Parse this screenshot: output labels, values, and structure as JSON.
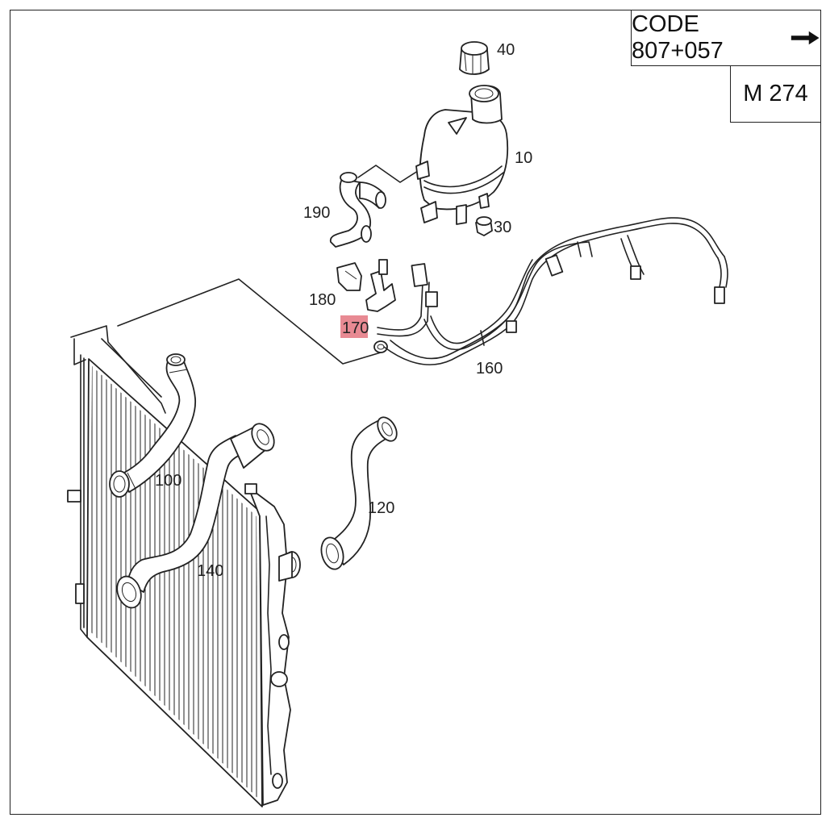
{
  "header": {
    "code_text": "CODE 807+057",
    "arrow_icon": "right-arrow-icon",
    "model_text": "M 274"
  },
  "parts": {
    "p10": "10",
    "p30": "30",
    "p40": "40",
    "p100": "100",
    "p120": "120",
    "p140": "140",
    "p160": "160",
    "p170": "170",
    "p180": "180",
    "p190": "190"
  },
  "highlight": {
    "part": "170",
    "color": "#e88a93"
  }
}
